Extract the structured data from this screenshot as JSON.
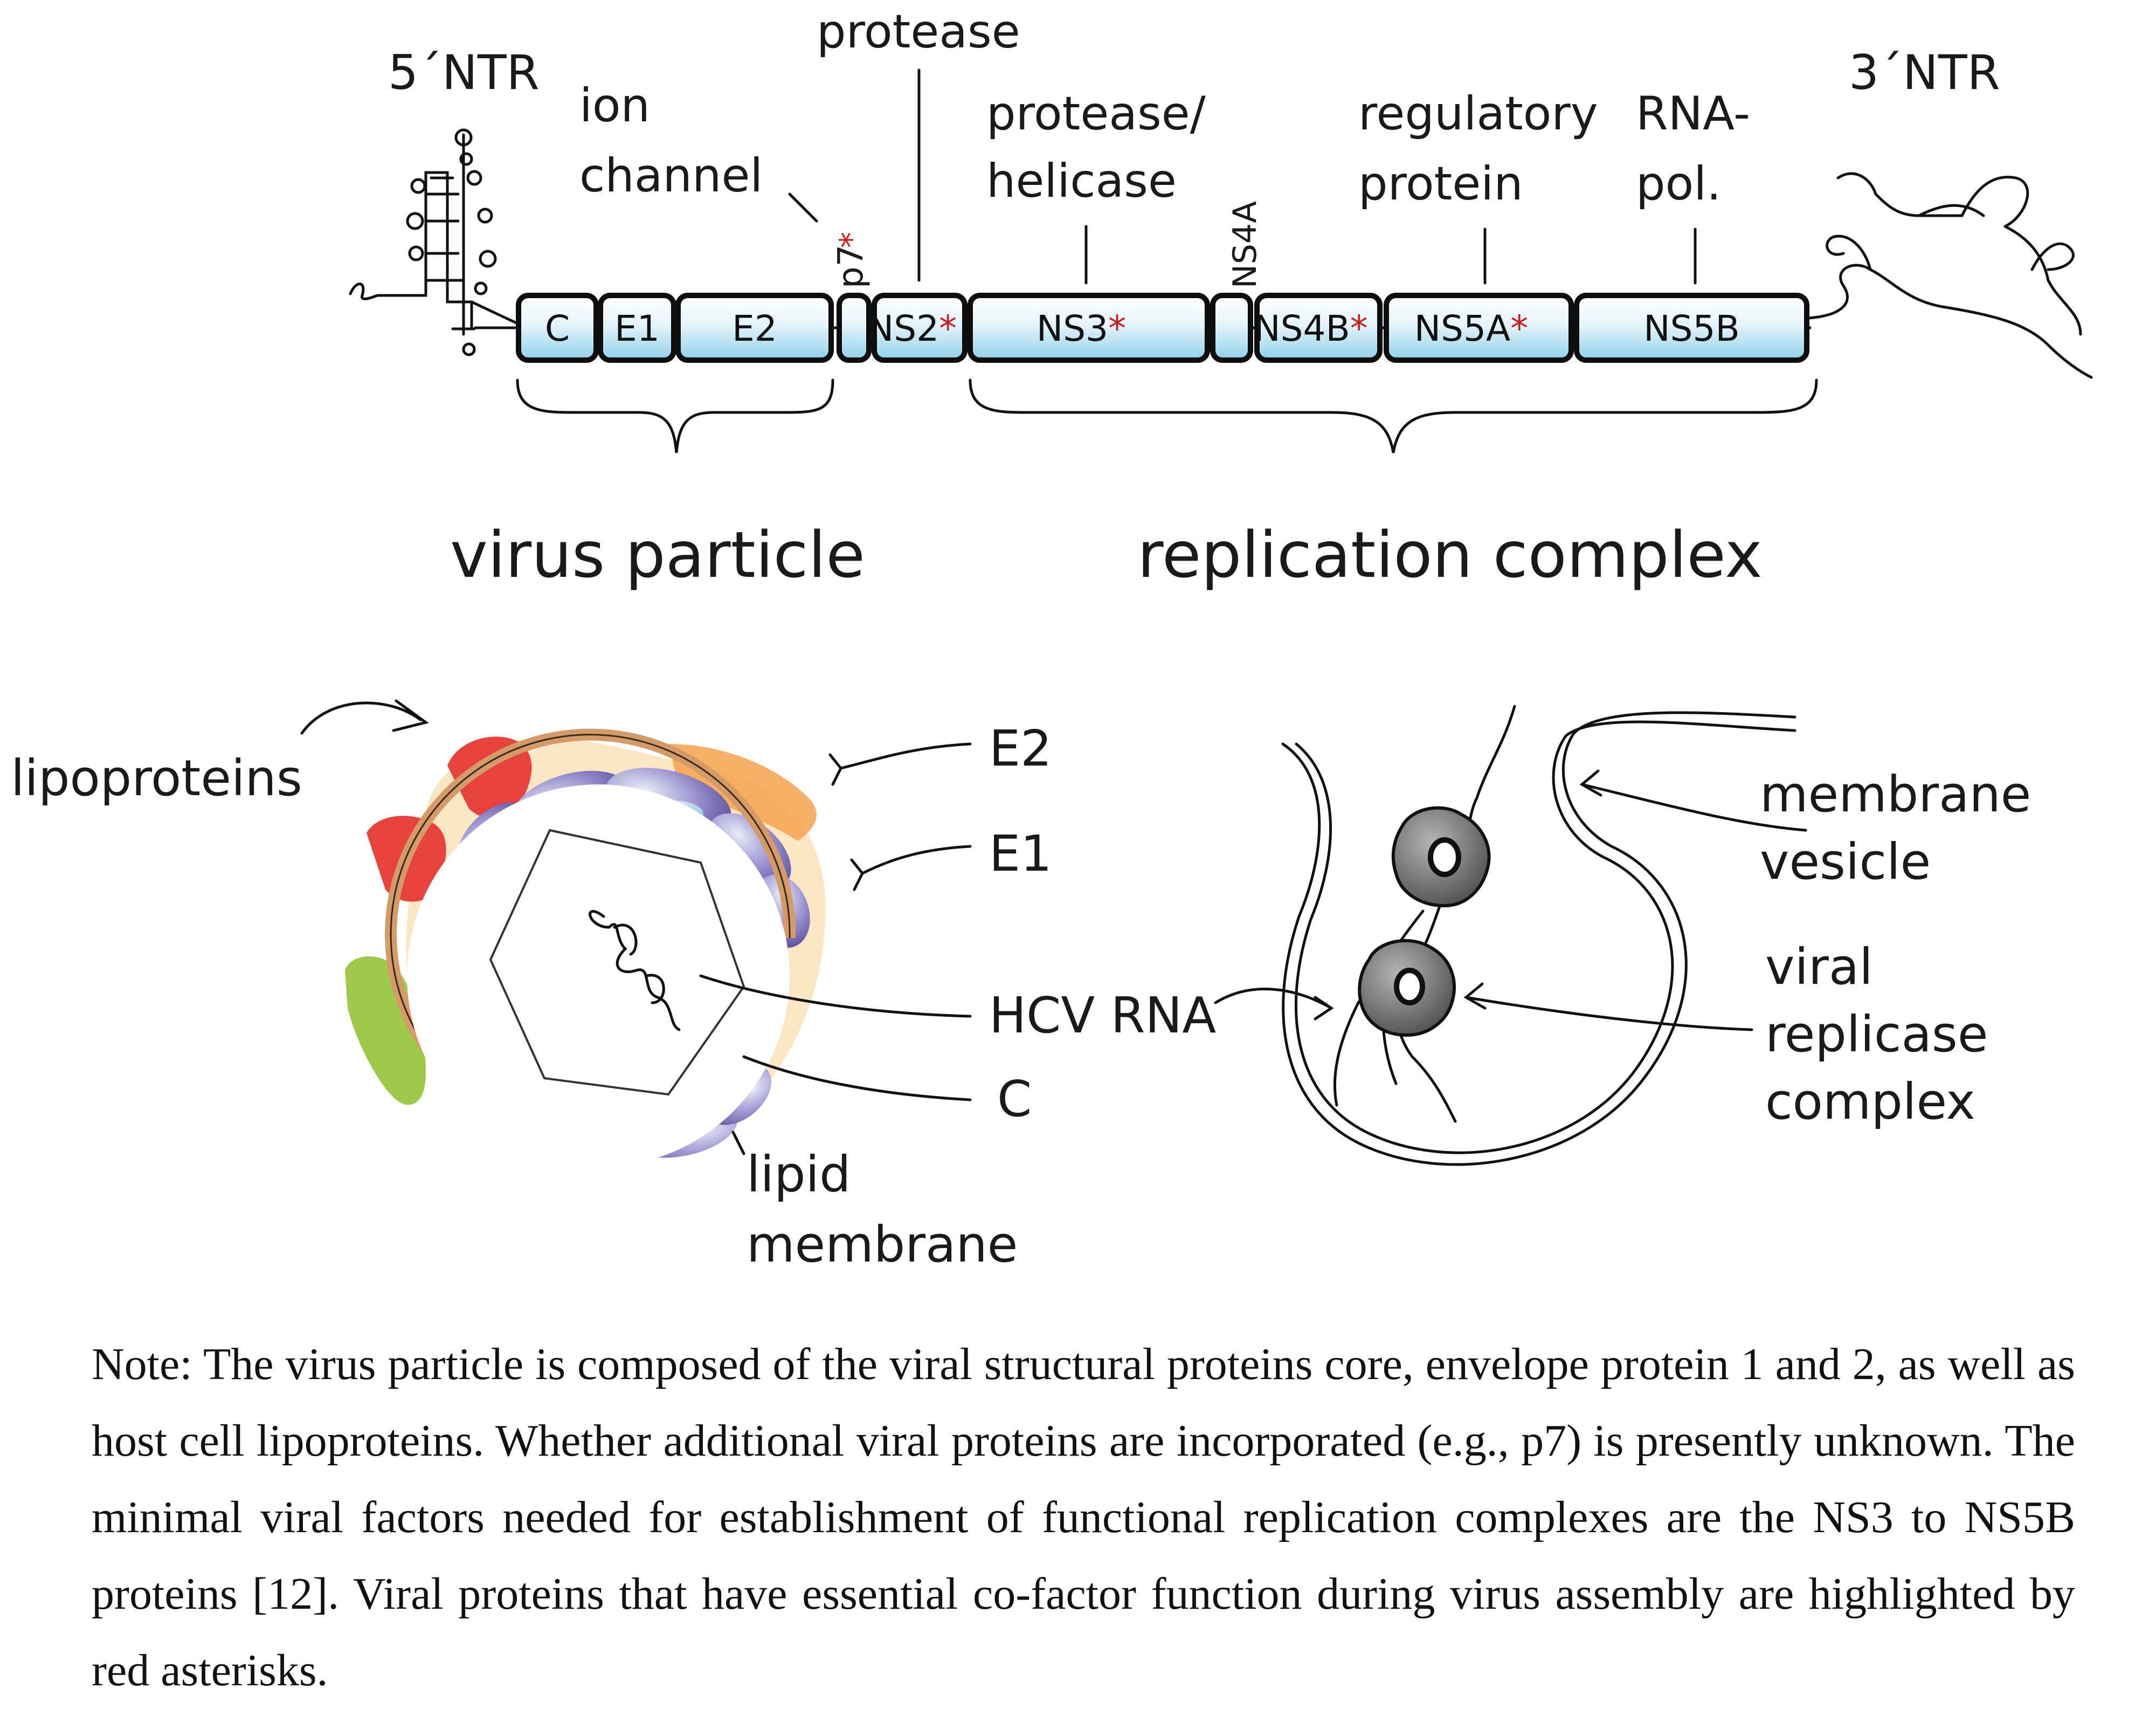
{
  "genome": {
    "ntr5": "5´NTR",
    "ntr3": "3´NTR",
    "segments": [
      {
        "label": "C",
        "asterisk": false
      },
      {
        "label": "E1",
        "asterisk": false
      },
      {
        "label": "E2",
        "asterisk": false
      },
      {
        "label": "",
        "asterisk": false
      },
      {
        "label": "NS2",
        "asterisk": true
      },
      {
        "label": "NS3",
        "asterisk": true
      },
      {
        "label": "",
        "asterisk": false
      },
      {
        "label": "NS4B",
        "asterisk": true
      },
      {
        "label": "NS5A",
        "asterisk": true
      },
      {
        "label": "NS5B",
        "asterisk": false
      }
    ],
    "p7_label": "p7",
    "ns4a_label": "NS4A",
    "function_labels": {
      "ion_channel": [
        "ion",
        "channel"
      ],
      "protease": "protease",
      "protease_helicase": [
        "protease/",
        "helicase"
      ],
      "regulatory_protein": [
        "regulatory",
        "protein"
      ],
      "rna_pol": [
        "RNA-",
        "pol."
      ]
    },
    "asterisk_symbol": "*",
    "brace_labels": {
      "virus_particle": "virus particle",
      "replication_complex": "replication complex"
    }
  },
  "particle": {
    "lipoproteins": "lipoproteins",
    "e2": "E2",
    "e1": "E1",
    "hcv_rna": "HCV RNA",
    "c": "C",
    "lipid_membrane": [
      "lipid",
      "membrane"
    ]
  },
  "vesicle": {
    "membrane_vesicle": [
      "membrane",
      "vesicle"
    ],
    "replicase_complex": [
      "viral",
      "replicase",
      "complex"
    ]
  },
  "colors": {
    "segment_top": "#ffffff",
    "segment_bottom": "#8fd0ea",
    "asterisk": "#c81e1e",
    "lipoprotein_light": "#fbe6c4",
    "lipoprotein_red": "#e8423c",
    "lipoprotein_orange": "#f4a24e",
    "lipoprotein_green": "#9ec84a",
    "envelope_purple": "#4a3c9a",
    "envelope_light": "#dfe3f4",
    "membrane_tan": "#d49a68",
    "replicase_gray": "#7a7a7a"
  },
  "note": "Note: The virus particle is composed of the viral structural proteins core, envelope protein 1 and 2, as well as host cell lipoproteins. Whether additional viral proteins are incorporated (e.g., p7) is presently unknown. The minimal viral factors needed for establishment of functional replication complexes are the NS3 to NS5B proteins [12]. Viral proteins that have essential co-factor function during virus assembly are highlighted by red asterisks."
}
